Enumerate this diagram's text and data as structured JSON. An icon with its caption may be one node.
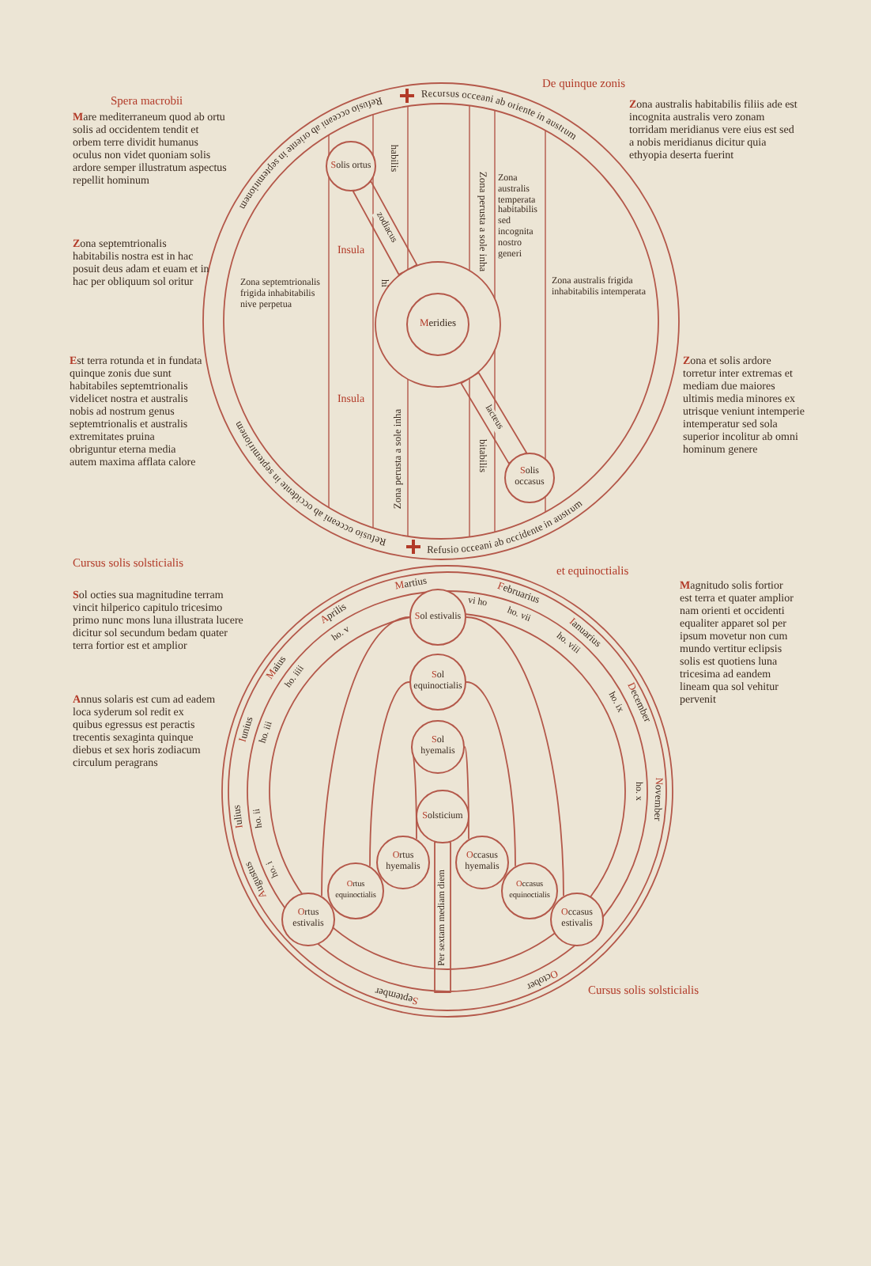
{
  "diagram": {
    "nodes": [
      {
        "text": [
          "Refusio occeani ab oriente in septemtrionem",
          "Recursus occeani ab oriente in austrum",
          "Refusio occeani ab occidente in septemtrionem",
          "Refusio occeani ab occidente in austrum"
        ]
      },
      {
        "text": [
          "Solis ortus"
        ],
        "in": 0
      },
      {
        "text": [],
        "shape": "circle",
        "in": 0
      },
      {
        "text": [
          "Meridies"
        ],
        "in": 2
      },
      {
        "text": [
          "Solis occasus"
        ],
        "in": 0
      },
      {
        "text": [
          "Martius",
          "vi ho",
          "Aprilis",
          "ho. v",
          "Maius",
          "ho. iiii",
          "Iunius",
          "ho. iii",
          "Iulius",
          "ho. ii",
          "Augustus",
          "ho. i",
          "September",
          "October",
          "November",
          "ho. x",
          "December",
          "ho. ix",
          "Ianuarius",
          "ho. viii",
          "Februarius",
          "ho. vii"
        ]
      },
      {
        "text": [
          "Sol estivalis"
        ],
        "in": 5
      },
      {
        "text": [
          "Sol equinoctialis"
        ],
        "in": 5
      },
      {
        "text": [
          "Sol hyemalis"
        ],
        "in": 5
      },
      {
        "text": [
          "Solsticium"
        ],
        "in": 5
      },
      {
        "text": [
          "Ortus estivalis"
        ],
        "in": 5
      },
      {
        "text": [
          "Ortus equinoctialis"
        ],
        "in": 5
      },
      {
        "text": [
          "Ortus hyemalis"
        ],
        "in": 5
      },
      {
        "text": [
          "Occasus hyemalis"
        ],
        "in": 5
      },
      {
        "text": [
          "Occasus equinoctialis"
        ],
        "in": 5
      },
      {
        "text": [
          "Occasus estivalis"
        ],
        "in": 5
      }
    ],
    "edges": [
      {
        "from": 1,
        "to": 2,
        "arrow": "none",
        "label": "zodiacus"
      },
      {
        "from": 2,
        "to": 4,
        "arrow": "none",
        "label": "lacteus"
      },
      {
        "from": 10,
        "to": 6,
        "arrow": "none"
      },
      {
        "from": 6,
        "to": 15,
        "arrow": "none"
      },
      {
        "from": 11,
        "to": 7,
        "arrow": "none"
      },
      {
        "from": 7,
        "to": 14,
        "arrow": "none"
      },
      {
        "from": 12,
        "to": 8,
        "arrow": "none"
      },
      {
        "from": 8,
        "to": 13,
        "arrow": "none"
      },
      {
        "from": 9,
        "to": null,
        "arrow": "none",
        "label": "Per sextam mediam diem"
      }
    ],
    "labels": [
      "De quinque zonis",
      "Spera macrobii",
      "Mare mediterraneum quod ab ortu solis ad occidentem tendit et orbem terre dividit humanus oculus non videt quoniam solis ardore semper illustratum aspectus repellit hominum",
      "habilis",
      "Zona australis habitabilis filiis ade est incognita australis vero zonam torridam meridianus vere eius est sed a nobis meridianus dicitur quia ethyopia deserta fuerint",
      "Zona septemtrionalis habitabilis nostra est in hac posuit deus adam et euam et in hac per obliquum sol oritur",
      "Insula",
      "Zona perusta a sole inha",
      "Zona australis temperata habitabilis sed incognita nostro generi",
      "Zona septemtrionalis frigida inhabitabilis nive perpetua",
      "hi",
      "Zona australis frigida inhabitabilis intemperata",
      "Est terra rotunda et in fundata quinque zonis due sunt habitabiles septemtrionalis videlicet nostra et australis nobis ad nostrum genus septemtrionalis et australis extremitates pruina obriguntur eterna media autem maxima afflata calore",
      "Insula",
      "Zona perusta a sole inha",
      "bitabilis",
      "Zona et solis ardore torretur inter extremas et mediam due maiores ultimis media minores ex utrisque veniunt intemperie intemperatur sed sola superior incolitur ab omni hominum genere",
      "Cursus solis solsticialis",
      "et equinoctialis",
      "Sol octies sua magnitudine terram vincit hilperico capitulo tricesimo primo nunc mons luna illustrata lucere dicitur sol secundum bedam quater terra fortior est et amplior",
      "Magnitudo solis fortior est terra et quater amplior nam orienti et occidenti equaliter apparet sol per ipsum movetur non cum mundo vertitur eclipsis solis est quotiens luna tricesima ad eandem lineam qua sol vehitur pervenit",
      "Annus solaris est cum ad eadem loca syderum sol redit ex quibus egressus est peractis trecentis sexaginta quinque diebus et sex horis zodiacum circulum peragrans",
      "Cursus solis solsticialis"
    ]
  }
}
